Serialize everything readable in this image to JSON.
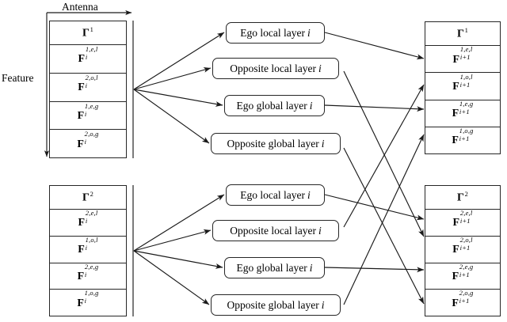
{
  "figure": {
    "background_color": "#ffffff",
    "line_color": "#262626",
    "axes": {
      "horizontal_label": "Antenna",
      "vertical_label": "Feature"
    }
  },
  "input_stacks": [
    {
      "id": "input-stack-1",
      "gamma": {
        "base": "Γ",
        "sup": "1"
      },
      "cells": [
        {
          "base": "F",
          "sup": "1,e,l",
          "sub": "i"
        },
        {
          "base": "F",
          "sup": "2,o,l",
          "sub": "i"
        },
        {
          "base": "F",
          "sup": "1,e,g",
          "sub": "i"
        },
        {
          "base": "F",
          "sup": "2,o,g",
          "sub": "i"
        }
      ]
    },
    {
      "id": "input-stack-2",
      "gamma": {
        "base": "Γ",
        "sup": "2"
      },
      "cells": [
        {
          "base": "F",
          "sup": "2,e,l",
          "sub": "i"
        },
        {
          "base": "F",
          "sup": "1,o,l",
          "sub": "i"
        },
        {
          "base": "F",
          "sup": "2,e,g",
          "sub": "i"
        },
        {
          "base": "F",
          "sup": "1,o,g",
          "sub": "i"
        }
      ]
    }
  ],
  "layer_groups": [
    {
      "id": "layer-group-top",
      "boxes": [
        {
          "label": "Ego local layer",
          "index": "i"
        },
        {
          "label": "Opposite local layer",
          "index": "i"
        },
        {
          "label": "Ego global layer",
          "index": "i"
        },
        {
          "label": "Opposite global layer",
          "index": "i"
        }
      ]
    },
    {
      "id": "layer-group-bottom",
      "boxes": [
        {
          "label": "Ego local layer",
          "index": "i"
        },
        {
          "label": "Opposite local layer",
          "index": "i"
        },
        {
          "label": "Ego global layer",
          "index": "i"
        },
        {
          "label": "Opposite global layer",
          "index": "i"
        }
      ]
    }
  ],
  "output_stacks": [
    {
      "id": "output-stack-1",
      "gamma": {
        "base": "Γ",
        "sup": "1"
      },
      "cells": [
        {
          "base": "F",
          "sup": "1,e,l",
          "sub": "i+1"
        },
        {
          "base": "F",
          "sup": "1,o,l",
          "sub": "i+1"
        },
        {
          "base": "F",
          "sup": "1,e,g",
          "sub": "i+1"
        },
        {
          "base": "F",
          "sup": "1,o,g",
          "sub": "i+1"
        }
      ]
    },
    {
      "id": "output-stack-2",
      "gamma": {
        "base": "Γ",
        "sup": "2"
      },
      "cells": [
        {
          "base": "F",
          "sup": "2,e,l",
          "sub": "i+1"
        },
        {
          "base": "F",
          "sup": "2,o,l",
          "sub": "i+1"
        },
        {
          "base": "F",
          "sup": "2,e,g",
          "sub": "i+1"
        },
        {
          "base": "F",
          "sup": "2,o,g",
          "sub": "i+1"
        }
      ]
    }
  ],
  "connections": {
    "fan_out": [
      {
        "from": "input-stack-1",
        "to": "layer-group-top"
      },
      {
        "from": "input-stack-2",
        "to": "layer-group-bottom"
      }
    ],
    "fan_in": [
      {
        "from": "top-ego-local",
        "to": "output-stack-1-row-1"
      },
      {
        "from": "top-opposite-local",
        "to": "output-stack-2-row-2"
      },
      {
        "from": "top-ego-global",
        "to": "output-stack-1-row-3"
      },
      {
        "from": "top-opposite-global",
        "to": "output-stack-2-row-4"
      },
      {
        "from": "bottom-ego-local",
        "to": "output-stack-2-row-1"
      },
      {
        "from": "bottom-opposite-local",
        "to": "output-stack-1-row-2"
      },
      {
        "from": "bottom-ego-global",
        "to": "output-stack-2-row-3"
      },
      {
        "from": "bottom-opposite-global",
        "to": "output-stack-1-row-4"
      }
    ]
  }
}
